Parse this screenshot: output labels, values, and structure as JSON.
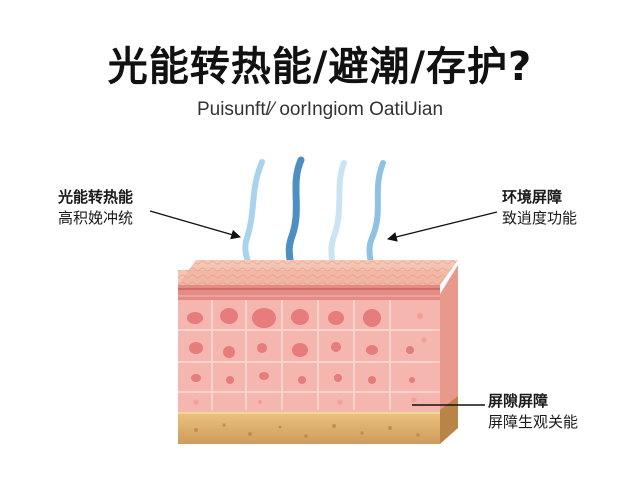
{
  "title": "光能转热能/避潮/存护?",
  "subtitle": "Puisunft/⁄ oorIngiom OatiUian",
  "callouts": {
    "left": {
      "line1": "光能转热能",
      "line2": "高积娩冲统"
    },
    "right": {
      "line1": "环境屏障",
      "line2": "致逍度功能"
    },
    "bottom": {
      "line1": "屏隙屏障",
      "line2": "屏障生观关能"
    }
  },
  "colors": {
    "steam_light": "#a9d3ec",
    "steam_dark": "#4d8fc2",
    "skin_top": "#f3b8a8",
    "skin_body": "#f4b6ae",
    "skin_cell": "#e77c7c",
    "band": "#e38c86",
    "base_gold": "#e8c27a",
    "base_bottom": "#d2a060"
  }
}
